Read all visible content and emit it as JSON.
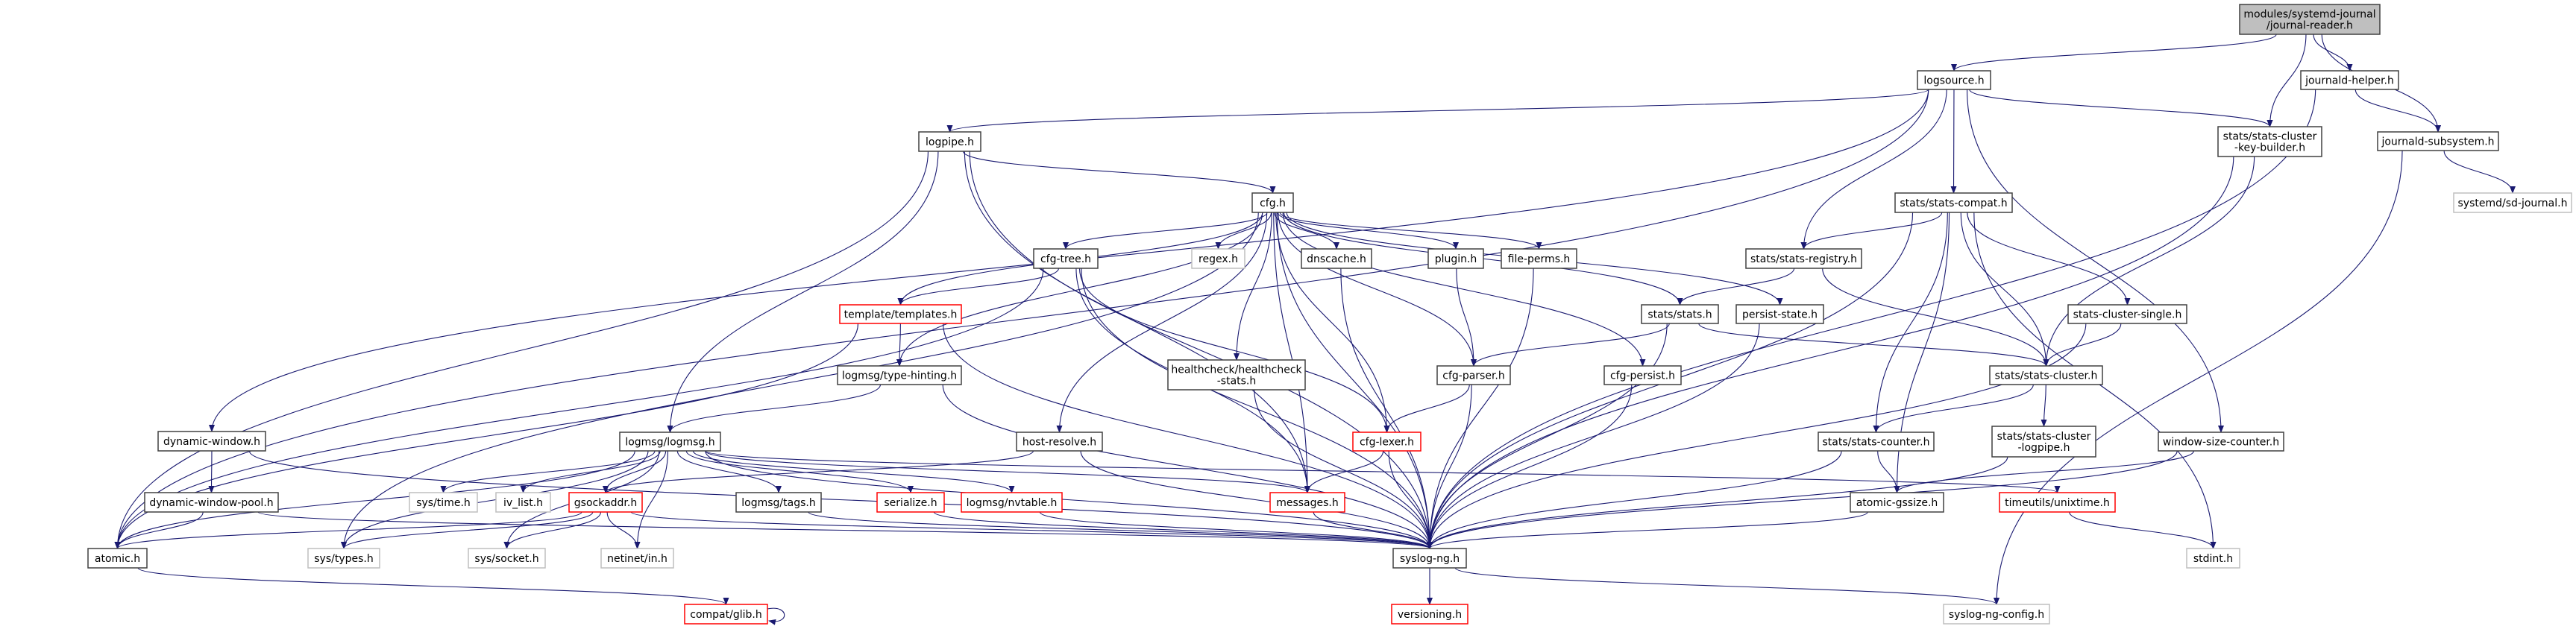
{
  "graph": {
    "colors": {
      "edge": "#191970",
      "node_border": "#404040",
      "focus_fill": "#bfbfbf",
      "truncated_border": "#ff0000",
      "external_border": "#bfbfbf"
    },
    "nodes": [
      {
        "id": "reader",
        "lines": [
          "modules/systemd-journal",
          "/journal-reader.h"
        ],
        "kind": "focus"
      },
      {
        "id": "logsource",
        "lines": [
          "logsource.h"
        ],
        "kind": "normal"
      },
      {
        "id": "jhelper",
        "lines": [
          "journald-helper.h"
        ],
        "kind": "normal"
      },
      {
        "id": "keybuilder",
        "lines": [
          "stats/stats-cluster",
          "-key-builder.h"
        ],
        "kind": "normal"
      },
      {
        "id": "jsub",
        "lines": [
          "journald-subsystem.h"
        ],
        "kind": "normal"
      },
      {
        "id": "logpipe",
        "lines": [
          "logpipe.h"
        ],
        "kind": "normal"
      },
      {
        "id": "cfg",
        "lines": [
          "cfg.h"
        ],
        "kind": "normal"
      },
      {
        "id": "compat",
        "lines": [
          "stats/stats-compat.h"
        ],
        "kind": "normal"
      },
      {
        "id": "sdjournal",
        "lines": [
          "systemd/sd-journal.h"
        ],
        "kind": "external"
      },
      {
        "id": "cfgtree",
        "lines": [
          "cfg-tree.h"
        ],
        "kind": "normal"
      },
      {
        "id": "regex",
        "lines": [
          "regex.h"
        ],
        "kind": "external"
      },
      {
        "id": "dnscache",
        "lines": [
          "dnscache.h"
        ],
        "kind": "normal"
      },
      {
        "id": "plugin",
        "lines": [
          "plugin.h"
        ],
        "kind": "normal"
      },
      {
        "id": "fileperms",
        "lines": [
          "file-perms.h"
        ],
        "kind": "normal"
      },
      {
        "id": "registry",
        "lines": [
          "stats/stats-registry.h"
        ],
        "kind": "normal"
      },
      {
        "id": "templates",
        "lines": [
          "template/templates.h"
        ],
        "kind": "truncated"
      },
      {
        "id": "stats",
        "lines": [
          "stats/stats.h"
        ],
        "kind": "normal"
      },
      {
        "id": "persist",
        "lines": [
          "persist-state.h"
        ],
        "kind": "normal"
      },
      {
        "id": "single",
        "lines": [
          "stats-cluster-single.h"
        ],
        "kind": "normal"
      },
      {
        "id": "healthcheck",
        "lines": [
          "healthcheck/healthcheck",
          "-stats.h"
        ],
        "kind": "normal"
      },
      {
        "id": "typehint",
        "lines": [
          "logmsg/type-hinting.h"
        ],
        "kind": "normal"
      },
      {
        "id": "cfgparser",
        "lines": [
          "cfg-parser.h"
        ],
        "kind": "normal"
      },
      {
        "id": "cfgpersist",
        "lines": [
          "cfg-persist.h"
        ],
        "kind": "normal"
      },
      {
        "id": "cluster",
        "lines": [
          "stats/stats-cluster.h"
        ],
        "kind": "normal"
      },
      {
        "id": "clusterlogpipe",
        "lines": [
          "stats/stats-cluster",
          "-logpipe.h"
        ],
        "kind": "normal"
      },
      {
        "id": "dynwin",
        "lines": [
          "dynamic-window.h"
        ],
        "kind": "normal"
      },
      {
        "id": "logmsg",
        "lines": [
          "logmsg/logmsg.h"
        ],
        "kind": "normal"
      },
      {
        "id": "hostres",
        "lines": [
          "host-resolve.h"
        ],
        "kind": "normal"
      },
      {
        "id": "cfglexer",
        "lines": [
          "cfg-lexer.h"
        ],
        "kind": "truncated"
      },
      {
        "id": "counter",
        "lines": [
          "stats/stats-counter.h"
        ],
        "kind": "normal"
      },
      {
        "id": "wsc",
        "lines": [
          "window-size-counter.h"
        ],
        "kind": "normal"
      },
      {
        "id": "dwpool",
        "lines": [
          "dynamic-window-pool.h"
        ],
        "kind": "normal"
      },
      {
        "id": "systime",
        "lines": [
          "sys/time.h"
        ],
        "kind": "external"
      },
      {
        "id": "ivlist",
        "lines": [
          "iv_list.h"
        ],
        "kind": "external"
      },
      {
        "id": "gsock",
        "lines": [
          "gsockaddr.h"
        ],
        "kind": "truncated"
      },
      {
        "id": "tags",
        "lines": [
          "logmsg/tags.h"
        ],
        "kind": "normal"
      },
      {
        "id": "serialize",
        "lines": [
          "serialize.h"
        ],
        "kind": "truncated"
      },
      {
        "id": "nvtable",
        "lines": [
          "logmsg/nvtable.h"
        ],
        "kind": "truncated"
      },
      {
        "id": "messages",
        "lines": [
          "messages.h"
        ],
        "kind": "truncated"
      },
      {
        "id": "gssize",
        "lines": [
          "atomic-gssize.h"
        ],
        "kind": "normal"
      },
      {
        "id": "unixtime",
        "lines": [
          "timeutils/unixtime.h"
        ],
        "kind": "truncated"
      },
      {
        "id": "atomic",
        "lines": [
          "atomic.h"
        ],
        "kind": "normal"
      },
      {
        "id": "systypes",
        "lines": [
          "sys/types.h"
        ],
        "kind": "external"
      },
      {
        "id": "syssocket",
        "lines": [
          "sys/socket.h"
        ],
        "kind": "external"
      },
      {
        "id": "netinet",
        "lines": [
          "netinet/in.h"
        ],
        "kind": "external"
      },
      {
        "id": "syslogng",
        "lines": [
          "syslog-ng.h"
        ],
        "kind": "normal"
      },
      {
        "id": "stdint",
        "lines": [
          "stdint.h"
        ],
        "kind": "external"
      },
      {
        "id": "glib",
        "lines": [
          "compat/glib.h"
        ],
        "kind": "truncated"
      },
      {
        "id": "versioning",
        "lines": [
          "versioning.h"
        ],
        "kind": "truncated"
      },
      {
        "id": "config",
        "lines": [
          "syslog-ng-config.h"
        ],
        "kind": "external"
      }
    ],
    "edges": [
      [
        "reader",
        "logsource"
      ],
      [
        "reader",
        "keybuilder"
      ],
      [
        "reader",
        "jhelper"
      ],
      [
        "reader",
        "jsub"
      ],
      [
        "logsource",
        "logpipe"
      ],
      [
        "logsource",
        "keybuilder"
      ],
      [
        "logsource",
        "compat"
      ],
      [
        "logsource",
        "registry"
      ],
      [
        "logsource",
        "wsc"
      ],
      [
        "logsource",
        "dynwin"
      ],
      [
        "logsource",
        "atomic"
      ],
      [
        "jhelper",
        "jsub"
      ],
      [
        "jhelper",
        "syslogng"
      ],
      [
        "jsub",
        "sdjournal"
      ],
      [
        "jsub",
        "config"
      ],
      [
        "keybuilder",
        "cluster"
      ],
      [
        "keybuilder",
        "syslogng"
      ],
      [
        "logpipe",
        "cfg"
      ],
      [
        "logpipe",
        "logmsg"
      ],
      [
        "logpipe",
        "messages"
      ],
      [
        "logpipe",
        "syslogng"
      ],
      [
        "logpipe",
        "atomic"
      ],
      [
        "cfg",
        "cfgtree"
      ],
      [
        "cfg",
        "regex"
      ],
      [
        "cfg",
        "dnscache"
      ],
      [
        "cfg",
        "plugin"
      ],
      [
        "cfg",
        "fileperms"
      ],
      [
        "cfg",
        "persist"
      ],
      [
        "cfg",
        "stats"
      ],
      [
        "cfg",
        "cfgpersist"
      ],
      [
        "cfg",
        "cfgparser"
      ],
      [
        "cfg",
        "cfglexer"
      ],
      [
        "cfg",
        "healthcheck"
      ],
      [
        "cfg",
        "hostres"
      ],
      [
        "cfg",
        "templates"
      ],
      [
        "cfg",
        "typehint"
      ],
      [
        "cfg",
        "systypes"
      ],
      [
        "cfg",
        "syslogng"
      ],
      [
        "cfg",
        "messages"
      ],
      [
        "cfgtree",
        "templates"
      ],
      [
        "cfgtree",
        "cfglexer"
      ],
      [
        "cfgtree",
        "messages"
      ],
      [
        "cfgtree",
        "syslogng"
      ],
      [
        "cfgtree",
        "atomic"
      ],
      [
        "templates",
        "typehint"
      ],
      [
        "templates",
        "syslogng"
      ],
      [
        "templates",
        "atomic"
      ],
      [
        "typehint",
        "logmsg"
      ],
      [
        "typehint",
        "syslogng"
      ],
      [
        "logmsg",
        "systypes"
      ],
      [
        "logmsg",
        "systime"
      ],
      [
        "logmsg",
        "ivlist"
      ],
      [
        "logmsg",
        "gsock"
      ],
      [
        "logmsg",
        "tags"
      ],
      [
        "logmsg",
        "serialize"
      ],
      [
        "logmsg",
        "nvtable"
      ],
      [
        "logmsg",
        "messages"
      ],
      [
        "logmsg",
        "unixtime"
      ],
      [
        "logmsg",
        "syslogng"
      ],
      [
        "logmsg",
        "atomic"
      ],
      [
        "logmsg",
        "syssocket"
      ],
      [
        "logmsg",
        "netinet"
      ],
      [
        "gsock",
        "systypes"
      ],
      [
        "gsock",
        "syssocket"
      ],
      [
        "gsock",
        "netinet"
      ],
      [
        "gsock",
        "syslogng"
      ],
      [
        "gsock",
        "atomic"
      ],
      [
        "tags",
        "syslogng"
      ],
      [
        "serialize",
        "syslogng"
      ],
      [
        "nvtable",
        "syslogng"
      ],
      [
        "dynwin",
        "dwpool"
      ],
      [
        "dynwin",
        "syslogng"
      ],
      [
        "dwpool",
        "atomic"
      ],
      [
        "dwpool",
        "syslogng"
      ],
      [
        "atomic",
        "glib"
      ],
      [
        "glib",
        "glib"
      ],
      [
        "hostres",
        "gsock"
      ],
      [
        "hostres",
        "syslogng"
      ],
      [
        "healthcheck",
        "syslogng"
      ],
      [
        "dnscache",
        "syslogng"
      ],
      [
        "plugin",
        "cfgparser"
      ],
      [
        "fileperms",
        "syslogng"
      ],
      [
        "cfgparser",
        "cfglexer"
      ],
      [
        "cfgparser",
        "syslogng"
      ],
      [
        "cfglexer",
        "messages"
      ],
      [
        "cfglexer",
        "syslogng"
      ],
      [
        "messages",
        "syslogng"
      ],
      [
        "registry",
        "stats"
      ],
      [
        "registry",
        "cluster"
      ],
      [
        "stats",
        "cfgparser"
      ],
      [
        "stats",
        "cluster"
      ],
      [
        "stats",
        "syslogng"
      ],
      [
        "persist",
        "syslogng"
      ],
      [
        "cfgpersist",
        "syslogng"
      ],
      [
        "compat",
        "registry"
      ],
      [
        "compat",
        "cluster"
      ],
      [
        "compat",
        "single"
      ],
      [
        "compat",
        "counter"
      ],
      [
        "compat",
        "gssize"
      ],
      [
        "compat",
        "syslogng"
      ],
      [
        "compat",
        "stdint"
      ],
      [
        "single",
        "cluster"
      ],
      [
        "single",
        "syslogng"
      ],
      [
        "cluster",
        "counter"
      ],
      [
        "cluster",
        "clusterlogpipe"
      ],
      [
        "counter",
        "gssize"
      ],
      [
        "counter",
        "syslogng"
      ],
      [
        "clusterlogpipe",
        "syslogng"
      ],
      [
        "wsc",
        "gssize"
      ],
      [
        "wsc",
        "syslogng"
      ],
      [
        "gssize",
        "syslogng"
      ],
      [
        "unixtime",
        "stdint"
      ],
      [
        "syslogng",
        "versioning"
      ],
      [
        "syslogng",
        "config"
      ]
    ]
  }
}
